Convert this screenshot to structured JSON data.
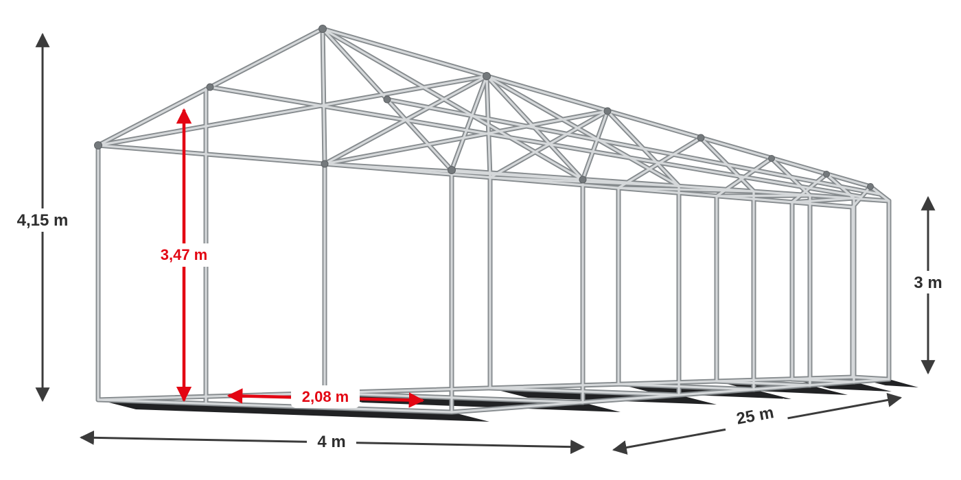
{
  "diagram": {
    "labels": {
      "total_height": "4,15 m",
      "inner_height": "3,47 m",
      "passage_width": "2,08 m",
      "width": "4 m",
      "length": "25 m",
      "side_height": "3 m"
    },
    "colors": {
      "dimension_primary": "#3b3b3b",
      "dimension_highlight": "#e30613",
      "frame_outline": "#868b8e",
      "frame_highlight": "#d5d8da",
      "ground_shadow": "#212224",
      "background": "#ffffff"
    }
  }
}
